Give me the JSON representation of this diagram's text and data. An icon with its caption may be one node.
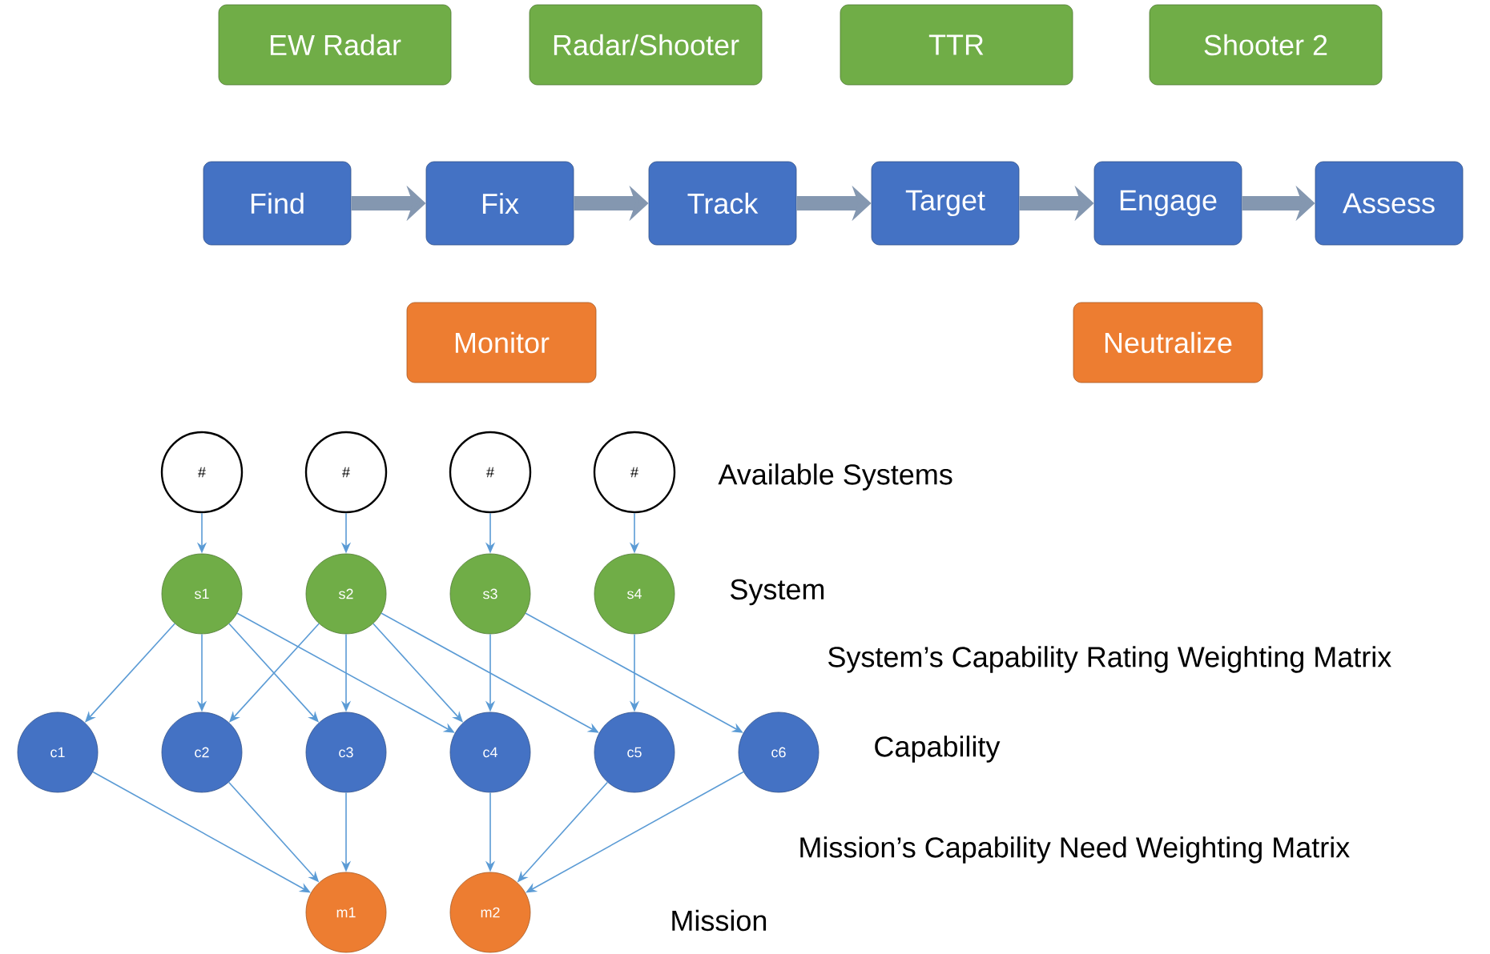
{
  "diagram": {
    "nodes": [
      {
        "text": [
          "EW Radar"
        ]
      },
      {
        "text": [
          "Radar/Shooter"
        ]
      },
      {
        "text": [
          "TTR"
        ]
      },
      {
        "text": [
          "Shooter 2"
        ]
      },
      {
        "text": [
          "Find"
        ]
      },
      {
        "text": [
          "Fix"
        ]
      },
      {
        "text": [
          "Track"
        ]
      },
      {
        "text": [
          "Target"
        ]
      },
      {
        "text": [
          "Engage"
        ]
      },
      {
        "text": [
          "Assess"
        ]
      },
      {
        "text": [
          "Monitor"
        ]
      },
      {
        "text": [
          "Neutralize"
        ]
      },
      {
        "text": [
          "#"
        ]
      },
      {
        "text": [
          "#"
        ]
      },
      {
        "text": [
          "#"
        ]
      },
      {
        "text": [
          "#"
        ]
      },
      {
        "text": [
          "s1"
        ]
      },
      {
        "text": [
          "s2"
        ]
      },
      {
        "text": [
          "s3"
        ]
      },
      {
        "text": [
          "s4"
        ]
      },
      {
        "text": [
          "c1"
        ]
      },
      {
        "text": [
          "c2"
        ]
      },
      {
        "text": [
          "c3"
        ]
      },
      {
        "text": [
          "c4"
        ]
      },
      {
        "text": [
          "c5"
        ]
      },
      {
        "text": [
          "c6"
        ]
      },
      {
        "text": [
          "m1"
        ]
      },
      {
        "text": [
          "m2"
        ]
      }
    ],
    "edges": [
      {
        "from": 4,
        "to": 5,
        "arrow": "to",
        "style": "thick",
        "color": "#8497b0"
      },
      {
        "from": 5,
        "to": 6,
        "arrow": "to",
        "style": "thick",
        "color": "#8497b0"
      },
      {
        "from": 6,
        "to": 7,
        "arrow": "to",
        "style": "thick",
        "color": "#8497b0"
      },
      {
        "from": 7,
        "to": 8,
        "arrow": "to",
        "style": "thick",
        "color": "#8497b0"
      },
      {
        "from": 8,
        "to": 9,
        "arrow": "to",
        "style": "thick",
        "color": "#8497b0"
      },
      {
        "from": 12,
        "to": 16,
        "arrow": "to"
      },
      {
        "from": 13,
        "to": 17,
        "arrow": "to"
      },
      {
        "from": 14,
        "to": 18,
        "arrow": "to"
      },
      {
        "from": 15,
        "to": 19,
        "arrow": "to"
      },
      {
        "from": 16,
        "to": 20,
        "arrow": "to"
      },
      {
        "from": 16,
        "to": 21,
        "arrow": "to"
      },
      {
        "from": 16,
        "to": 22,
        "arrow": "to"
      },
      {
        "from": 16,
        "to": 23,
        "arrow": "to"
      },
      {
        "from": 17,
        "to": 21,
        "arrow": "to"
      },
      {
        "from": 17,
        "to": 22,
        "arrow": "to"
      },
      {
        "from": 17,
        "to": 23,
        "arrow": "to"
      },
      {
        "from": 17,
        "to": 24,
        "arrow": "to"
      },
      {
        "from": 18,
        "to": 23,
        "arrow": "to"
      },
      {
        "from": 18,
        "to": 25,
        "arrow": "to"
      },
      {
        "from": 19,
        "to": 24,
        "arrow": "to"
      },
      {
        "from": 20,
        "to": 26,
        "arrow": "to"
      },
      {
        "from": 21,
        "to": 26,
        "arrow": "to"
      },
      {
        "from": 22,
        "to": 26,
        "arrow": "to"
      },
      {
        "from": 23,
        "to": 27,
        "arrow": "to"
      },
      {
        "from": 24,
        "to": 27,
        "arrow": "to"
      },
      {
        "from": 25,
        "to": 27,
        "arrow": "to"
      }
    ],
    "labels": [
      "Available Systems",
      "System",
      "System’s Capability Rating Weighting Matrix",
      "Capability",
      "Mission’s Capability Need Weighting Matrix",
      "Mission"
    ]
  }
}
